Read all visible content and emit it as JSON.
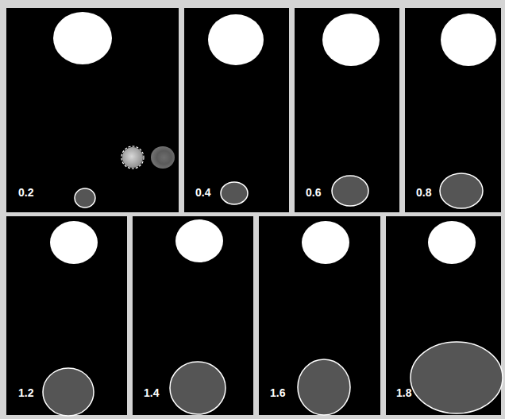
{
  "diagram": {
    "labels": [
      "0.2",
      "0.4",
      "0.6",
      "0.8",
      "1.2",
      "1.4",
      "1.6",
      "1.8"
    ]
  }
}
